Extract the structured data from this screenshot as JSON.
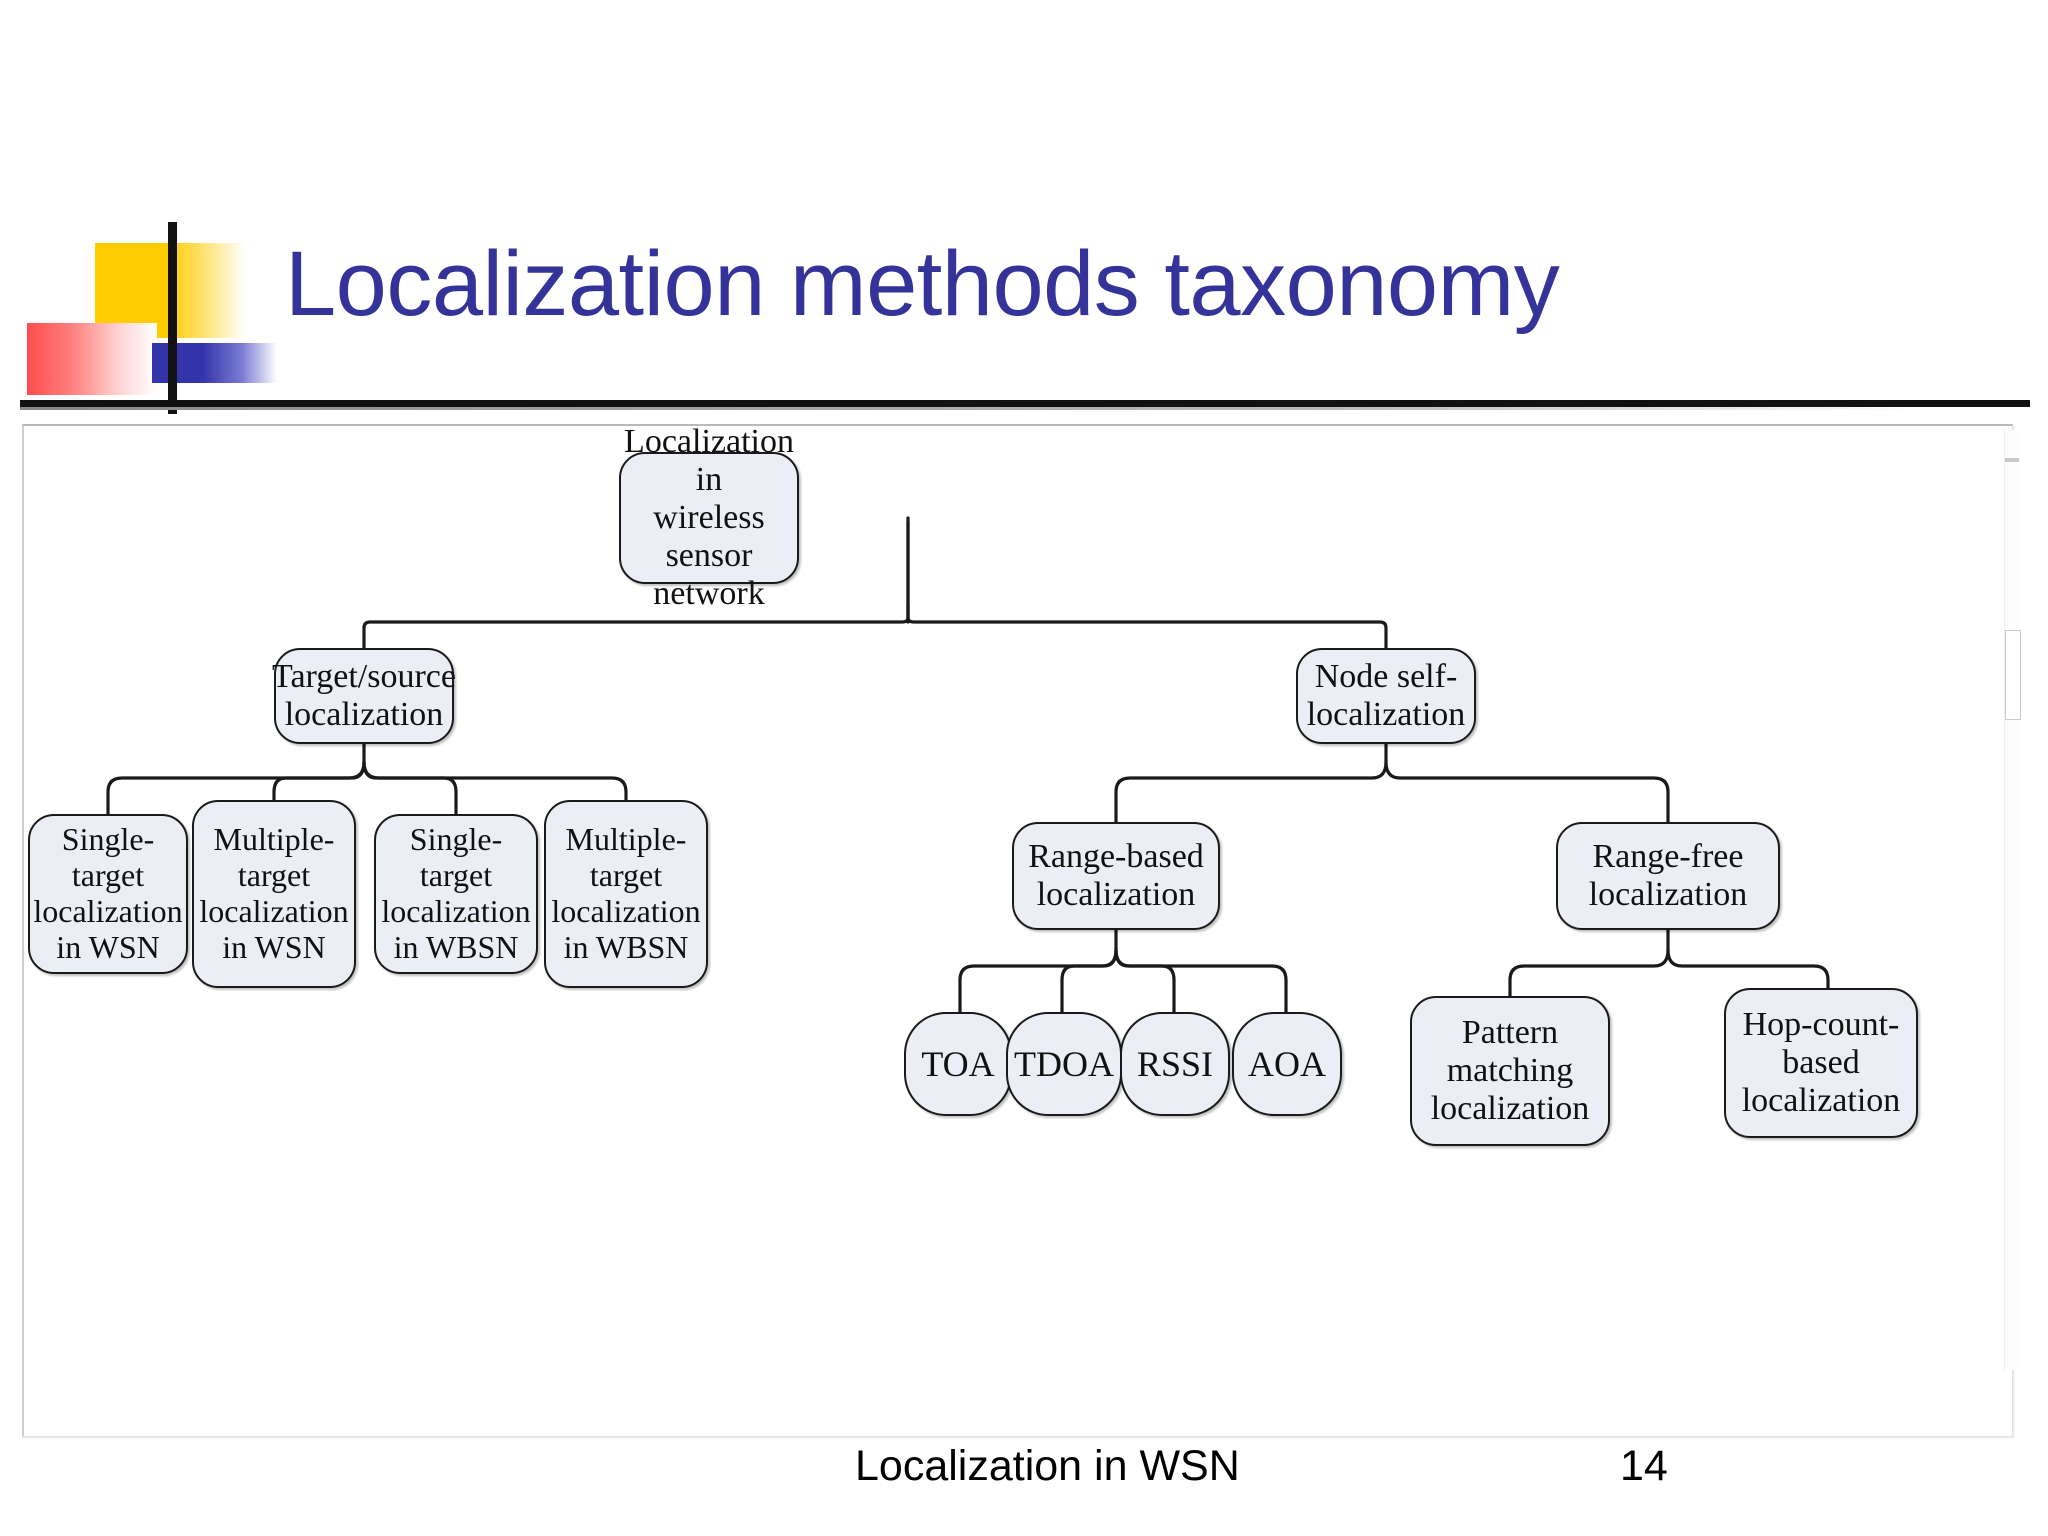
{
  "slide": {
    "title": "Localization methods taxonomy",
    "title_color": "#333399",
    "footer_text": "Localization in WSN",
    "page_number": "14"
  },
  "logo": {
    "yellow": "#FFCC00",
    "red": "#FF4D4D",
    "blue": "#3333AA",
    "axis": "#111111"
  },
  "diagram": {
    "type": "tree",
    "node_fill": "#eceef6",
    "node_stroke": "#1a1a1a",
    "nodes": {
      "root": "Localization in\nwireless sensor\nnetwork",
      "target_source": "Target/source\nlocalization",
      "node_self": "Node self-\nlocalization",
      "single_target_wsn": "Single-target\nlocalization\nin WSN",
      "multiple_target_wsn": "Multiple-\ntarget\nlocalization\nin WSN",
      "single_target_wbsn": "Single-target\nlocalization\nin WBSN",
      "multiple_target_wbsn": "Multiple-\ntarget\nlocalization\nin WBSN",
      "range_based": "Range-based\nlocalization",
      "range_free": "Range-free\nlocalization",
      "toa": "TOA",
      "tdoa": "TDOA",
      "rssi": "RSSI",
      "aoa": "AOA",
      "pattern_matching": "Pattern\nmatching\nlocalization",
      "hop_count": "Hop-count-\nbased\nlocalization"
    }
  }
}
